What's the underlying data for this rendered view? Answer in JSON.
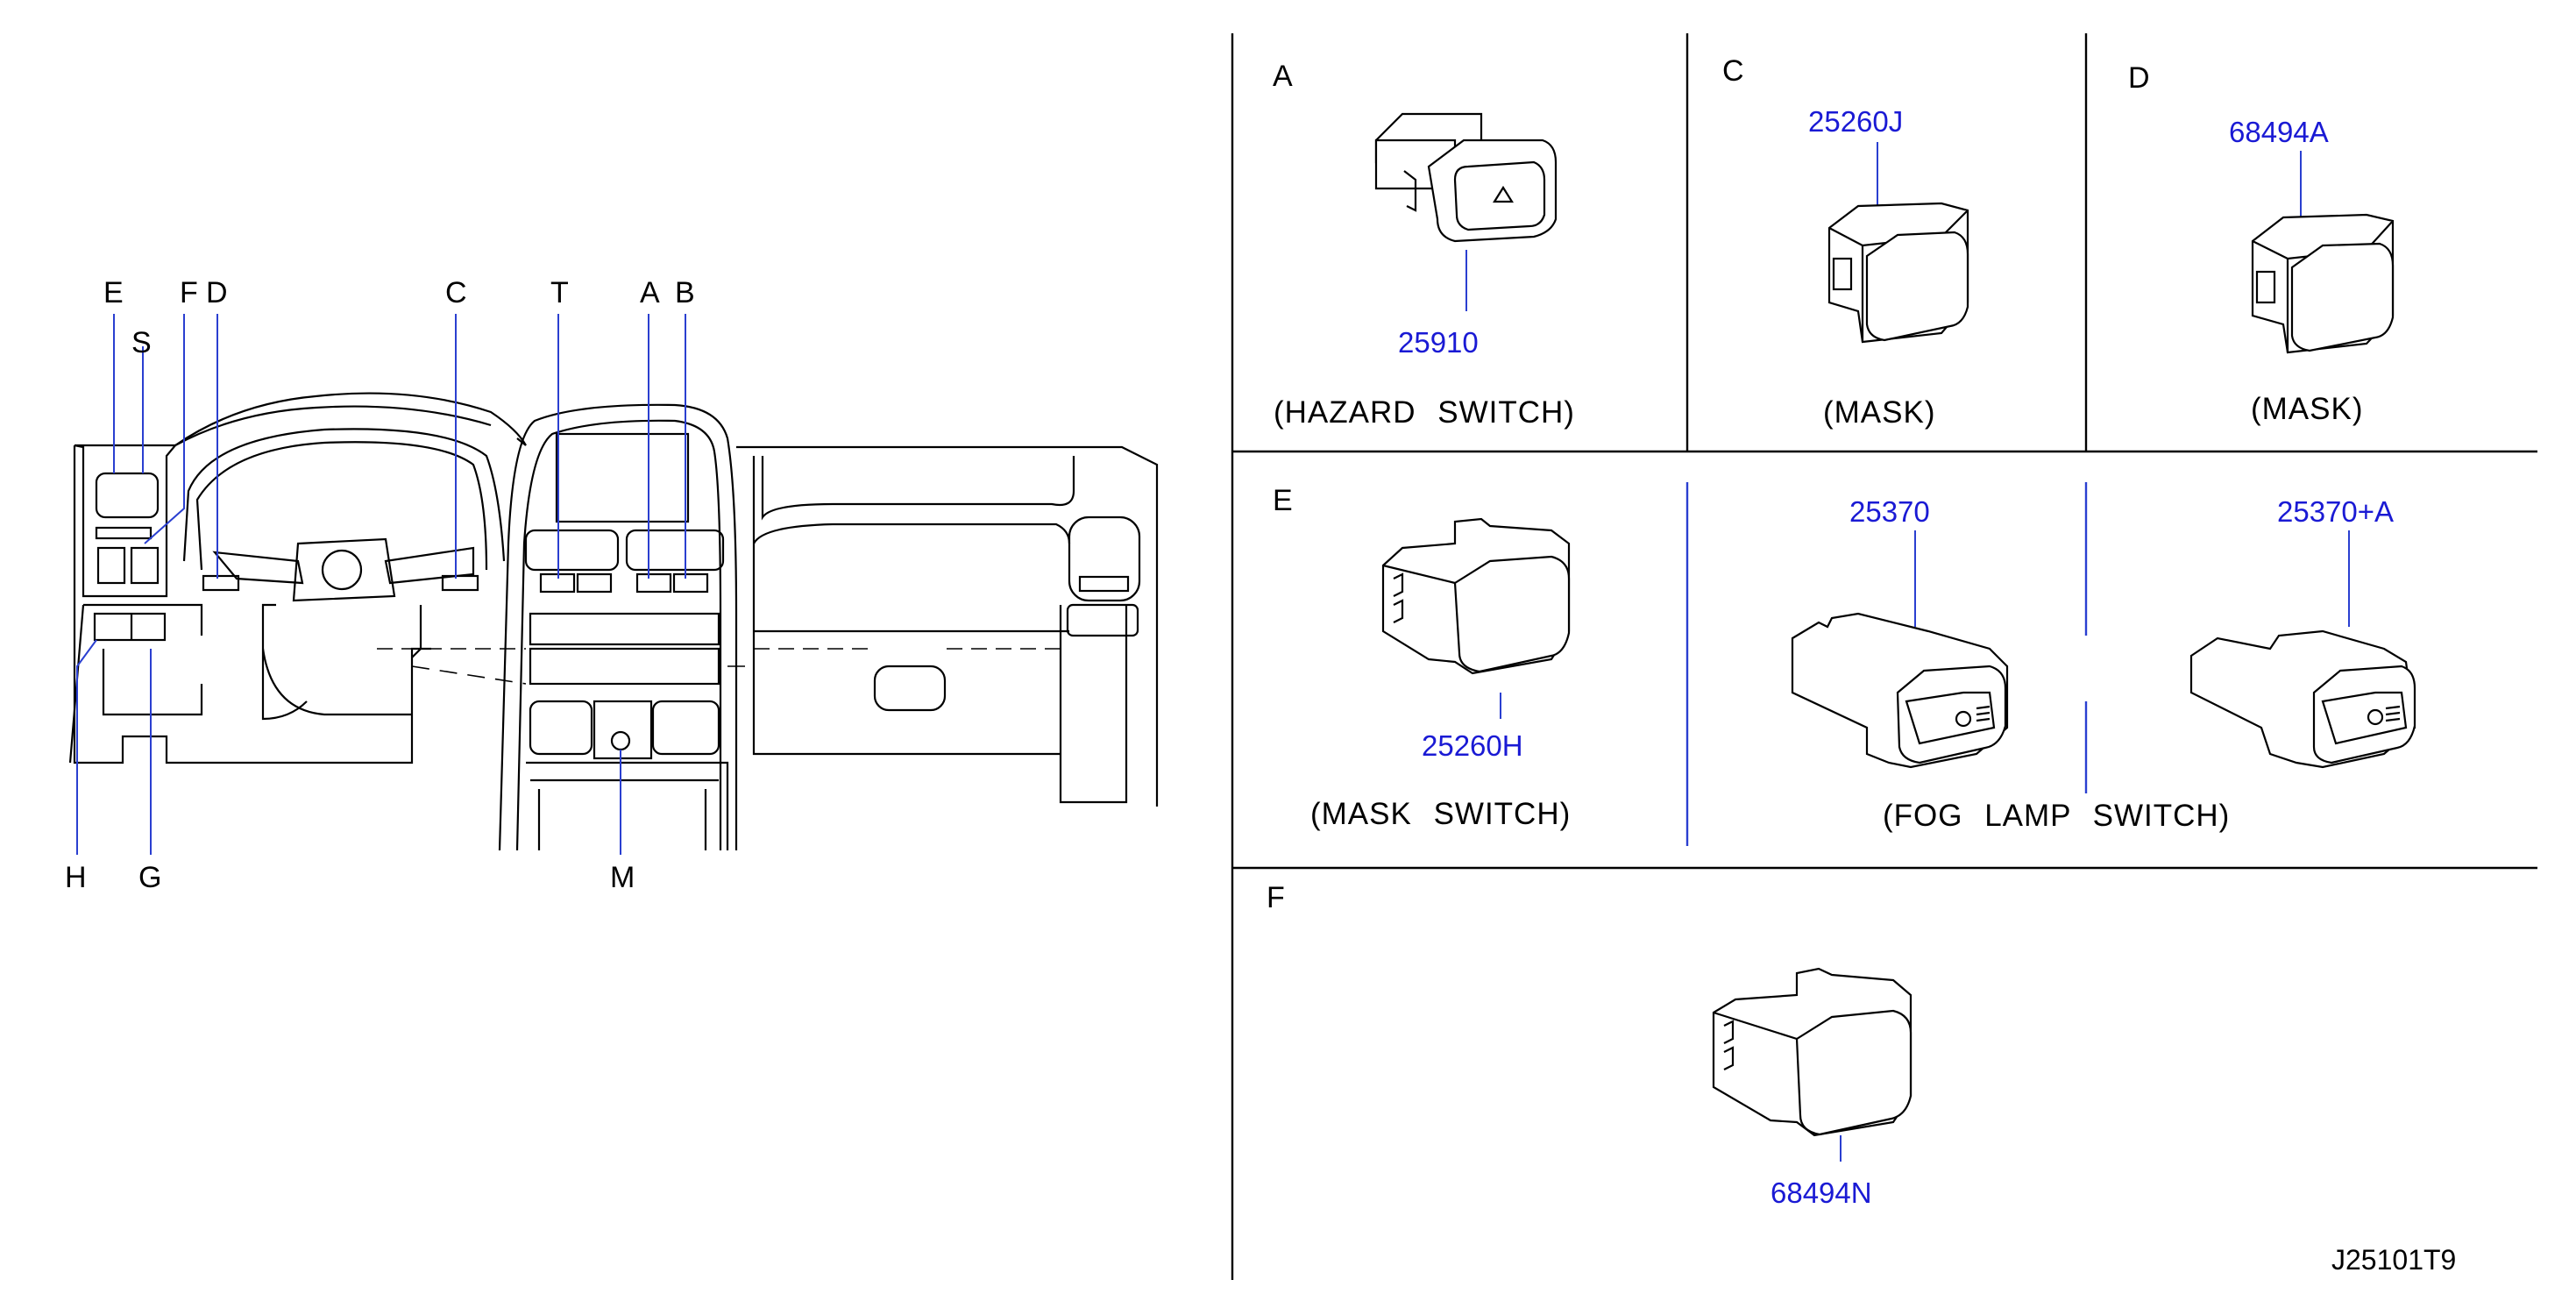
{
  "callouts": {
    "E": "E",
    "F": "F",
    "D": "D",
    "S": "S",
    "C": "C",
    "T": "T",
    "A": "A",
    "B": "B",
    "H": "H",
    "G": "G",
    "M": "M"
  },
  "panels": {
    "A": {
      "letter": "A",
      "part": "25910",
      "caption": "(HAZARD   SWITCH)"
    },
    "C": {
      "letter": "C",
      "part": "25260J",
      "caption": "(MASK)"
    },
    "D": {
      "letter": "D",
      "part": "68494A",
      "caption": "(MASK)"
    },
    "E": {
      "letter": "E",
      "part": "25260H",
      "caption": "(MASK   SWITCH)"
    },
    "fog": {
      "part1": "25370",
      "part2": "25370+A",
      "caption": "(FOG   LAMP   SWITCH)"
    },
    "F": {
      "letter": "F",
      "part": "68494N"
    }
  },
  "drawing_id": "J25101T9",
  "colors": {
    "line": "#000000",
    "part_number": "#1a1ad4",
    "leader": "#2a3fd0"
  }
}
